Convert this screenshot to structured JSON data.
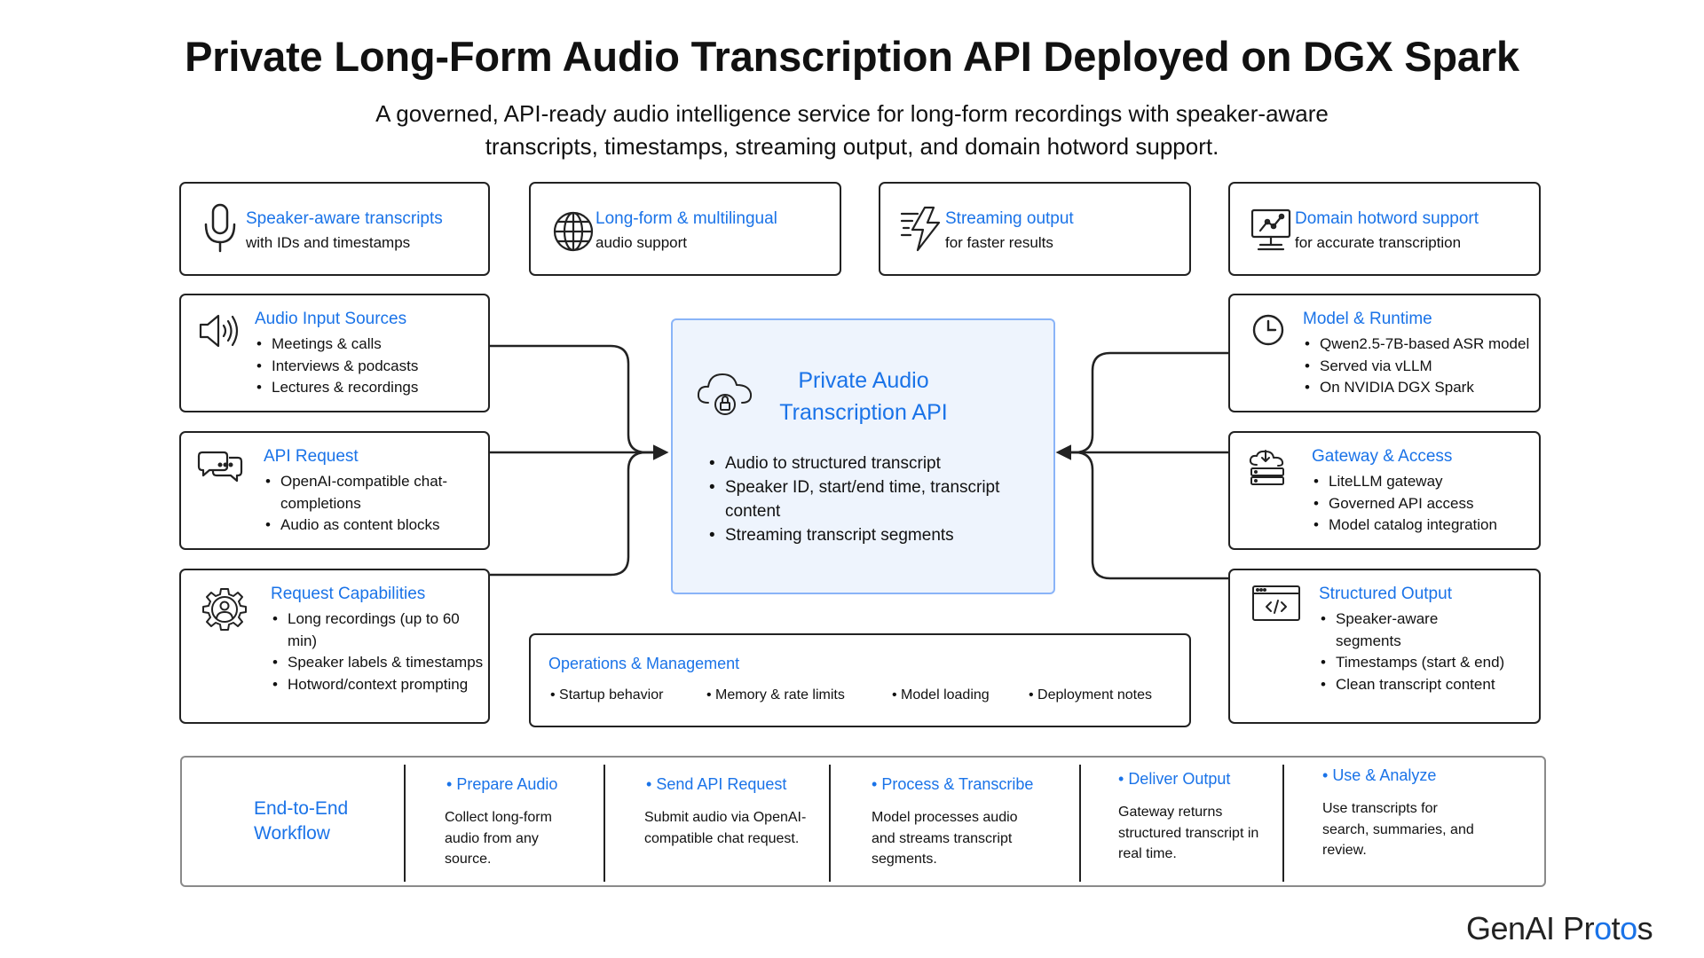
{
  "title": "Private Long-Form Audio Transcription API Deployed on DGX Spark",
  "subtitle": "A governed, API-ready audio intelligence service for long-form recordings with speaker-aware transcripts, timestamps, streaming output, and domain hotword support.",
  "features": [
    {
      "icon": "microphone-icon",
      "title": "Speaker-aware transcripts",
      "desc": "with IDs and timestamps"
    },
    {
      "icon": "globe-icon",
      "title": "Long-form & multilingual",
      "desc": "audio support"
    },
    {
      "icon": "lightning-icon",
      "title": "Streaming output",
      "desc": "for faster results"
    },
    {
      "icon": "monitor-graph-icon",
      "title": "Domain hotword support",
      "desc": "for accurate transcription"
    }
  ],
  "left": [
    {
      "icon": "speaker-icon",
      "title": "Audio Input Sources",
      "items": [
        "Meetings & calls",
        "Interviews & podcasts",
        "Lectures & recordings"
      ]
    },
    {
      "icon": "chat-bubbles-icon",
      "title": "API Request",
      "items": [
        "OpenAI-compatible chat-completions",
        "Audio as content blocks"
      ]
    },
    {
      "icon": "gear-user-icon",
      "title": "Request Capabilities",
      "items": [
        "Long recordings (up to 60 min)",
        "Speaker labels & timestamps",
        "Hotword/context prompting"
      ]
    }
  ],
  "right": [
    {
      "icon": "clock-icon",
      "title": "Model & Runtime",
      "items": [
        "Qwen2.5-7B-based ASR model",
        "Served via vLLM",
        "On NVIDIA DGX Spark"
      ]
    },
    {
      "icon": "cloud-server-icon",
      "title": "Gateway & Access",
      "items": [
        "LiteLLM gateway",
        "Governed API access",
        "Model catalog integration"
      ]
    },
    {
      "icon": "code-window-icon",
      "title": "Structured Output",
      "items": [
        "Speaker-aware segments",
        "Timestamps (start & end)",
        "Clean transcript content"
      ]
    }
  ],
  "center": {
    "icon": "cloud-lock-icon",
    "title": "Private Audio Transcription API",
    "items": [
      "Audio to structured transcript",
      "Speaker ID, start/end time, transcript content",
      "Streaming transcript segments"
    ]
  },
  "operations": {
    "title": "Operations & Management",
    "items": [
      "Startup behavior",
      "Memory & rate limits",
      "Model loading",
      "Deployment notes"
    ]
  },
  "workflow": {
    "title": "End-to-End Workflow",
    "steps": [
      {
        "title": "Prepare Audio",
        "desc": "Collect long-form audio from any source."
      },
      {
        "title": "Send API Request",
        "desc": "Submit audio via OpenAI-compatible chat request."
      },
      {
        "title": "Process & Transcribe",
        "desc": "Model processes audio and streams transcript segments."
      },
      {
        "title": "Deliver Output",
        "desc": "Gateway returns structured transcript in real time."
      },
      {
        "title": "Use & Analyze",
        "desc": "Use transcripts for search, summaries, and review."
      }
    ]
  },
  "brand": {
    "part1": "GenAI Pr",
    "accent": "o",
    "part2": "t",
    "accent2": "o",
    "part3": "s"
  },
  "colors": {
    "accent": "#1a73e8",
    "center_bg": "#eef4fd",
    "center_border": "#8ab4f8"
  }
}
